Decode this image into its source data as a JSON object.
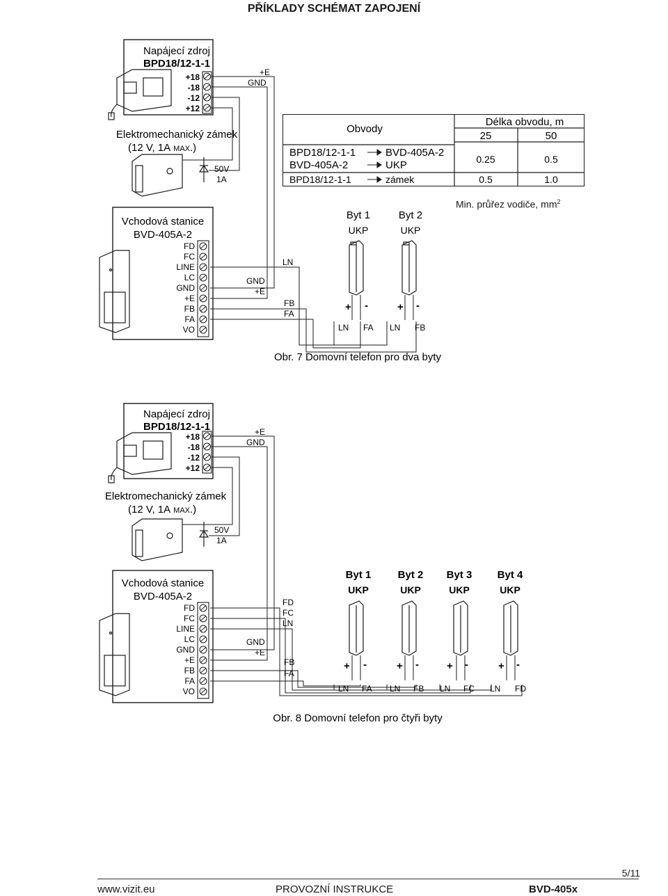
{
  "page": {
    "title": "PŘÍKLADY SCHÉMAT ZAPOJENÍ",
    "page_number": "5/11",
    "footer_left": "www.vizit.eu",
    "footer_center": "PROVOZNÍ INSTRUKCE",
    "footer_right": "BVD-405x"
  },
  "psu": {
    "label": "Napájecí zdroj",
    "model": "BPD18/12-1-1",
    "terminals": [
      "+18",
      "-18",
      "-12",
      "+12"
    ],
    "bus_labels": [
      "+E",
      "GND"
    ]
  },
  "lock": {
    "label": "Elektromechanický zámek",
    "spec_prefix": "(12 V, 1A",
    "spec_max": "MAX",
    "spec_suffix": ".)",
    "diode_v": "50V",
    "diode_a": "1A"
  },
  "door_station": {
    "label": "Vchodová stanice",
    "model": "BVD-405A-2",
    "terminals": [
      "FD",
      "FC",
      "LINE",
      "LC",
      "GND",
      "+E",
      "FB",
      "FA",
      "VO"
    ],
    "bus_labels": [
      "GND",
      "+E"
    ]
  },
  "table": {
    "header_left": "Obvody",
    "header_right": "Délka obvodu, m",
    "len_25": "25",
    "len_50": "50",
    "row1": "BPD18/12-1-1",
    "row1_to": "BVD-405A-2",
    "row2": "BVD-405A-2",
    "row2_to": "UKP",
    "row3": "BPD18/12-1-1",
    "row3_to": "zámek",
    "v1": "0.25",
    "v2": "0.5",
    "v3": "0.5",
    "v4": "1.0",
    "min_label": "Min. průřez vodiče, mm",
    "min_sup": "2"
  },
  "diagram1": {
    "caption": "Obr. 7 Domovní telefon pro dva byty",
    "line_labels": [
      "LN",
      "FB",
      "FA"
    ],
    "apartments": [
      {
        "name": "Byt 1",
        "unit": "UKP",
        "plus": "+",
        "minus": "-",
        "wire_a": "LN",
        "wire_b": "FA"
      },
      {
        "name": "Byt 2",
        "unit": "UKP",
        "plus": "+",
        "minus": "-",
        "wire_a": "LN",
        "wire_b": "FB"
      }
    ]
  },
  "diagram2": {
    "caption": "Obr. 8 Domovní telefon pro čtyři byty",
    "line_labels": [
      "FD",
      "FC",
      "LN",
      "FB",
      "FA"
    ],
    "apartments": [
      {
        "name": "Byt 1",
        "unit": "UKP",
        "plus": "+",
        "minus": "-",
        "wire_a": "LN",
        "wire_b": "FA"
      },
      {
        "name": "Byt 2",
        "unit": "UKP",
        "plus": "+",
        "minus": "-",
        "wire_a": "LN",
        "wire_b": "FB"
      },
      {
        "name": "Byt 3",
        "unit": "UKP",
        "plus": "+",
        "minus": "-",
        "wire_a": "LN",
        "wire_b": "FC"
      },
      {
        "name": "Byt 4",
        "unit": "UKP",
        "plus": "+",
        "minus": "-",
        "wire_a": "LN",
        "wire_b": "FD"
      }
    ]
  }
}
